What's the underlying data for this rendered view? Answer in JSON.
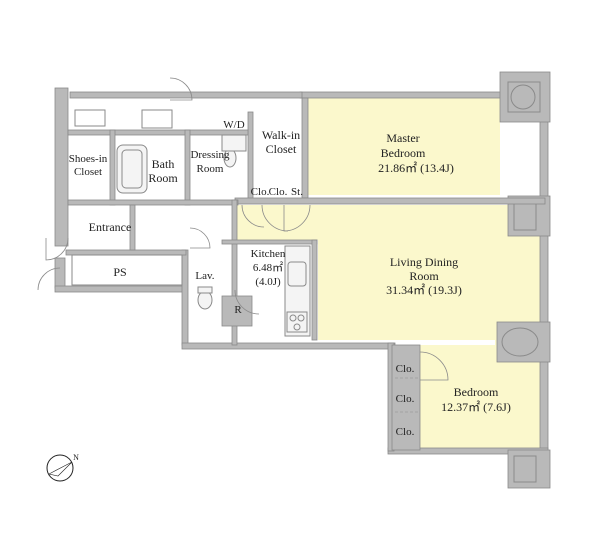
{
  "rooms": {
    "master_bedroom": {
      "name_line1": "Master",
      "name_line2": "Bedroom",
      "area": "21.86㎡ (13.4J)"
    },
    "walk_in_closet": {
      "name_line1": "Walk-in",
      "name_line2": "Closet"
    },
    "wd": {
      "name": "W/D"
    },
    "dressing_room": {
      "name_line1": "Dressing",
      "name_line2": "Room"
    },
    "bath_room": {
      "name_line1": "Bath",
      "name_line2": "Room"
    },
    "shoes_in_closet": {
      "name_line1": "Shoes-in",
      "name_line2": "Closet"
    },
    "closet_a": {
      "name": "Clo."
    },
    "closet_b": {
      "name": "Clo."
    },
    "storage": {
      "name": "St."
    },
    "entrance": {
      "name": "Entrance"
    },
    "ps": {
      "name": "PS"
    },
    "lavatory": {
      "name": "Lav."
    },
    "kitchen": {
      "name": "Kitchen",
      "area": "6.48㎡",
      "tatami": "(4.0J)"
    },
    "refrigerator": {
      "name": "R"
    },
    "living_dining": {
      "name_line1": "Living Dining",
      "name_line2": "Room",
      "area": "31.34㎡ (19.3J)"
    },
    "bedroom": {
      "name": "Bedroom",
      "area": "12.37㎡ (7.6J)"
    },
    "bedroom_closet_1": {
      "name": "Clo."
    },
    "bedroom_closet_2": {
      "name": "Clo."
    },
    "bedroom_closet_3": {
      "name": "Clo."
    }
  },
  "compass": {
    "label": "N"
  },
  "colors": {
    "highlight": "#fbf8cc",
    "wall": "#b9b9b9",
    "line": "#8a8a8a"
  }
}
